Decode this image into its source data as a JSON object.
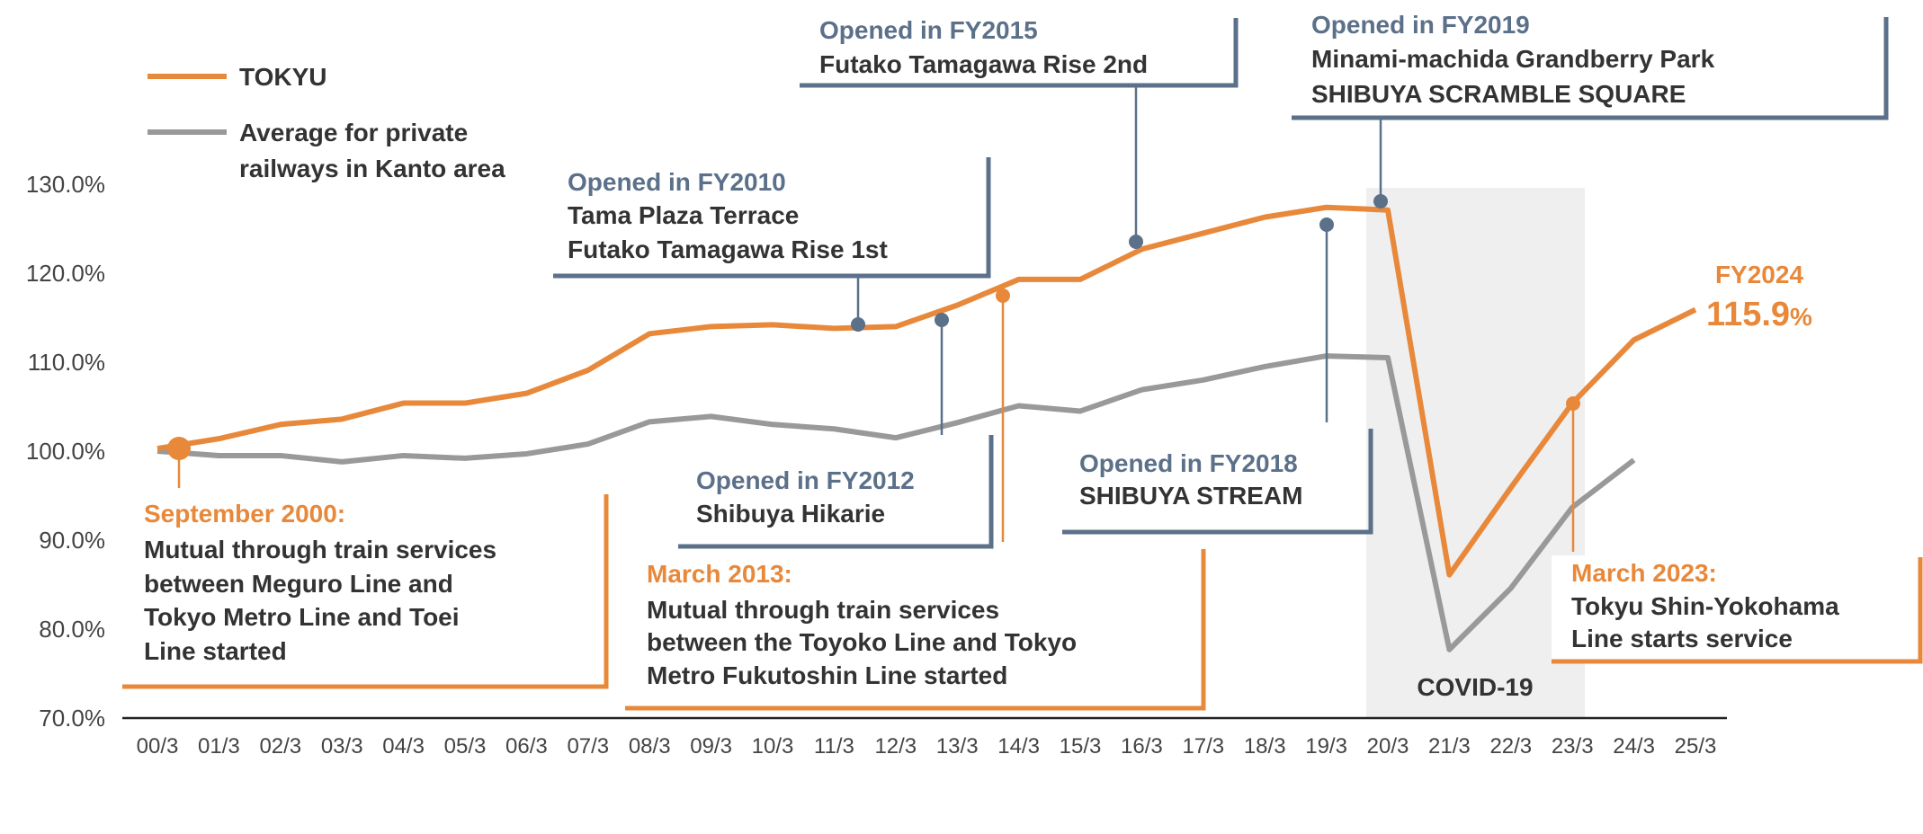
{
  "chart_data": {
    "type": "line",
    "title": "",
    "xlabel": "",
    "ylabel": "",
    "ylim": [
      70,
      130
    ],
    "yticks": [
      "70.0%",
      "80.0%",
      "90.0%",
      "100.0%",
      "110.0%",
      "120.0%",
      "130.0%"
    ],
    "yticks_values": [
      70,
      80,
      90,
      100,
      110,
      120,
      130
    ],
    "categories": [
      "00/3",
      "01/3",
      "02/3",
      "03/3",
      "04/3",
      "05/3",
      "06/3",
      "07/3",
      "08/3",
      "09/3",
      "10/3",
      "11/3",
      "12/3",
      "13/3",
      "14/3",
      "15/3",
      "16/3",
      "17/3",
      "18/3",
      "19/3",
      "20/3",
      "21/3",
      "22/3",
      "23/3",
      "24/3",
      "25/3"
    ],
    "series": [
      {
        "name": "TOKYU",
        "color": "#E8883A",
        "values": [
          100.3,
          101.4,
          103.0,
          103.6,
          105.4,
          105.4,
          106.5,
          109.1,
          113.2,
          114.0,
          114.2,
          113.8,
          114.0,
          116.4,
          119.3,
          119.3,
          122.7,
          124.5,
          126.3,
          127.4,
          127.1,
          86.1,
          95.9,
          105.4,
          112.5,
          115.9
        ]
      },
      {
        "name": "Average for private railways in Kanto area",
        "name_lines": [
          "Average for private",
          "railways in Kanto area"
        ],
        "color": "#999999",
        "values": [
          100.0,
          99.5,
          99.5,
          98.8,
          99.5,
          99.2,
          99.7,
          100.8,
          103.3,
          103.9,
          103.0,
          102.5,
          101.5,
          103.2,
          105.1,
          104.5,
          106.9,
          108.0,
          109.5,
          110.7,
          110.5,
          77.7,
          84.6,
          93.7,
          99.0,
          null
        ]
      }
    ],
    "legend": {
      "placement": "top-left"
    },
    "grid": false,
    "shaded_region": {
      "from": "20/3",
      "to": "23/3",
      "label": "COVID-19",
      "color": "#EFEFEF"
    },
    "end_label": {
      "title": "FY2024",
      "value": "115.9",
      "unit": "%"
    },
    "annotations": [
      {
        "id": "sep2000",
        "lines": [
          "September 2000:",
          "Mutual through train services",
          "between Meguro Line and",
          "Tokyo Metro Line and Toei",
          "Line started"
        ]
      },
      {
        "id": "fy2010",
        "lines": [
          "Opened in FY2010",
          "Tama Plaza Terrace",
          "Futako Tamagawa Rise 1st"
        ]
      },
      {
        "id": "fy2012",
        "lines": [
          "Opened in FY2012",
          "Shibuya Hikarie"
        ]
      },
      {
        "id": "mar2013",
        "lines": [
          "March 2013:",
          "Mutual through train services",
          "between the Toyoko Line and Tokyo",
          "Metro Fukutoshin Line started"
        ]
      },
      {
        "id": "fy2015",
        "lines": [
          "Opened in FY2015",
          "Futako Tamagawa Rise 2nd"
        ]
      },
      {
        "id": "fy2018",
        "lines": [
          "Opened in FY2018",
          "SHIBUYA STREAM"
        ]
      },
      {
        "id": "fy2019",
        "lines": [
          "Opened in FY2019",
          "Minami-machida Grandberry Park",
          "SHIBUYA SCRAMBLE SQUARE"
        ]
      },
      {
        "id": "mar2023",
        "lines": [
          "March 2023:",
          "Tokyu Shin-Yokohama",
          "Line starts service"
        ]
      }
    ]
  }
}
